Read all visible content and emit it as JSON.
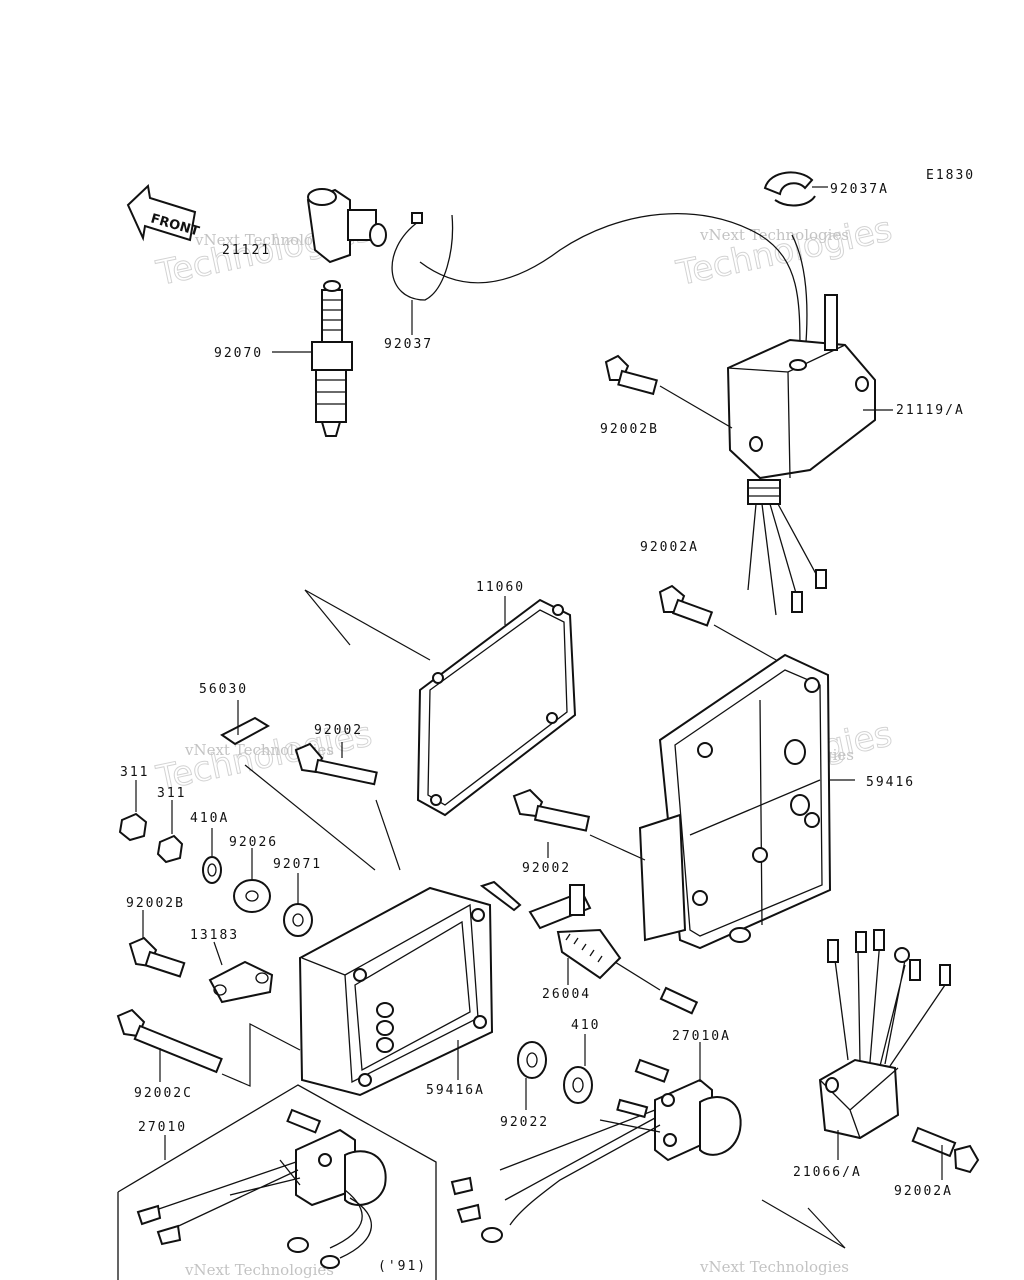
{
  "diagram": {
    "ref_code": "E1830",
    "front_arrow_label": "FRONT",
    "inset_label": "('91)",
    "part_labels": {
      "p92037A": "92037A",
      "p21121": "21121",
      "p92070": "92070",
      "p92037": "92037",
      "p92002B_top": "92002B",
      "p21119A": "21119/A",
      "p92002A_top": "92002A",
      "p11060": "11060",
      "p56030": "56030",
      "p92002_a": "92002",
      "p311_a": "311",
      "p311_b": "311",
      "p410A": "410A",
      "p92026": "92026",
      "p92071": "92071",
      "p59416": "59416",
      "p92002_b": "92002",
      "p92002B_mid": "92002B",
      "p13183": "13183",
      "p26004": "26004",
      "p92002C": "92002C",
      "p59416A": "59416A",
      "p410": "410",
      "p27010A": "27010A",
      "p92022": "92022",
      "p27010": "27010",
      "p21066A": "21066/A",
      "p92002A_bot": "92002A"
    },
    "watermark": {
      "line1": "vNext Technologies",
      "line2": "vNext",
      "line3": "Technologies"
    }
  }
}
